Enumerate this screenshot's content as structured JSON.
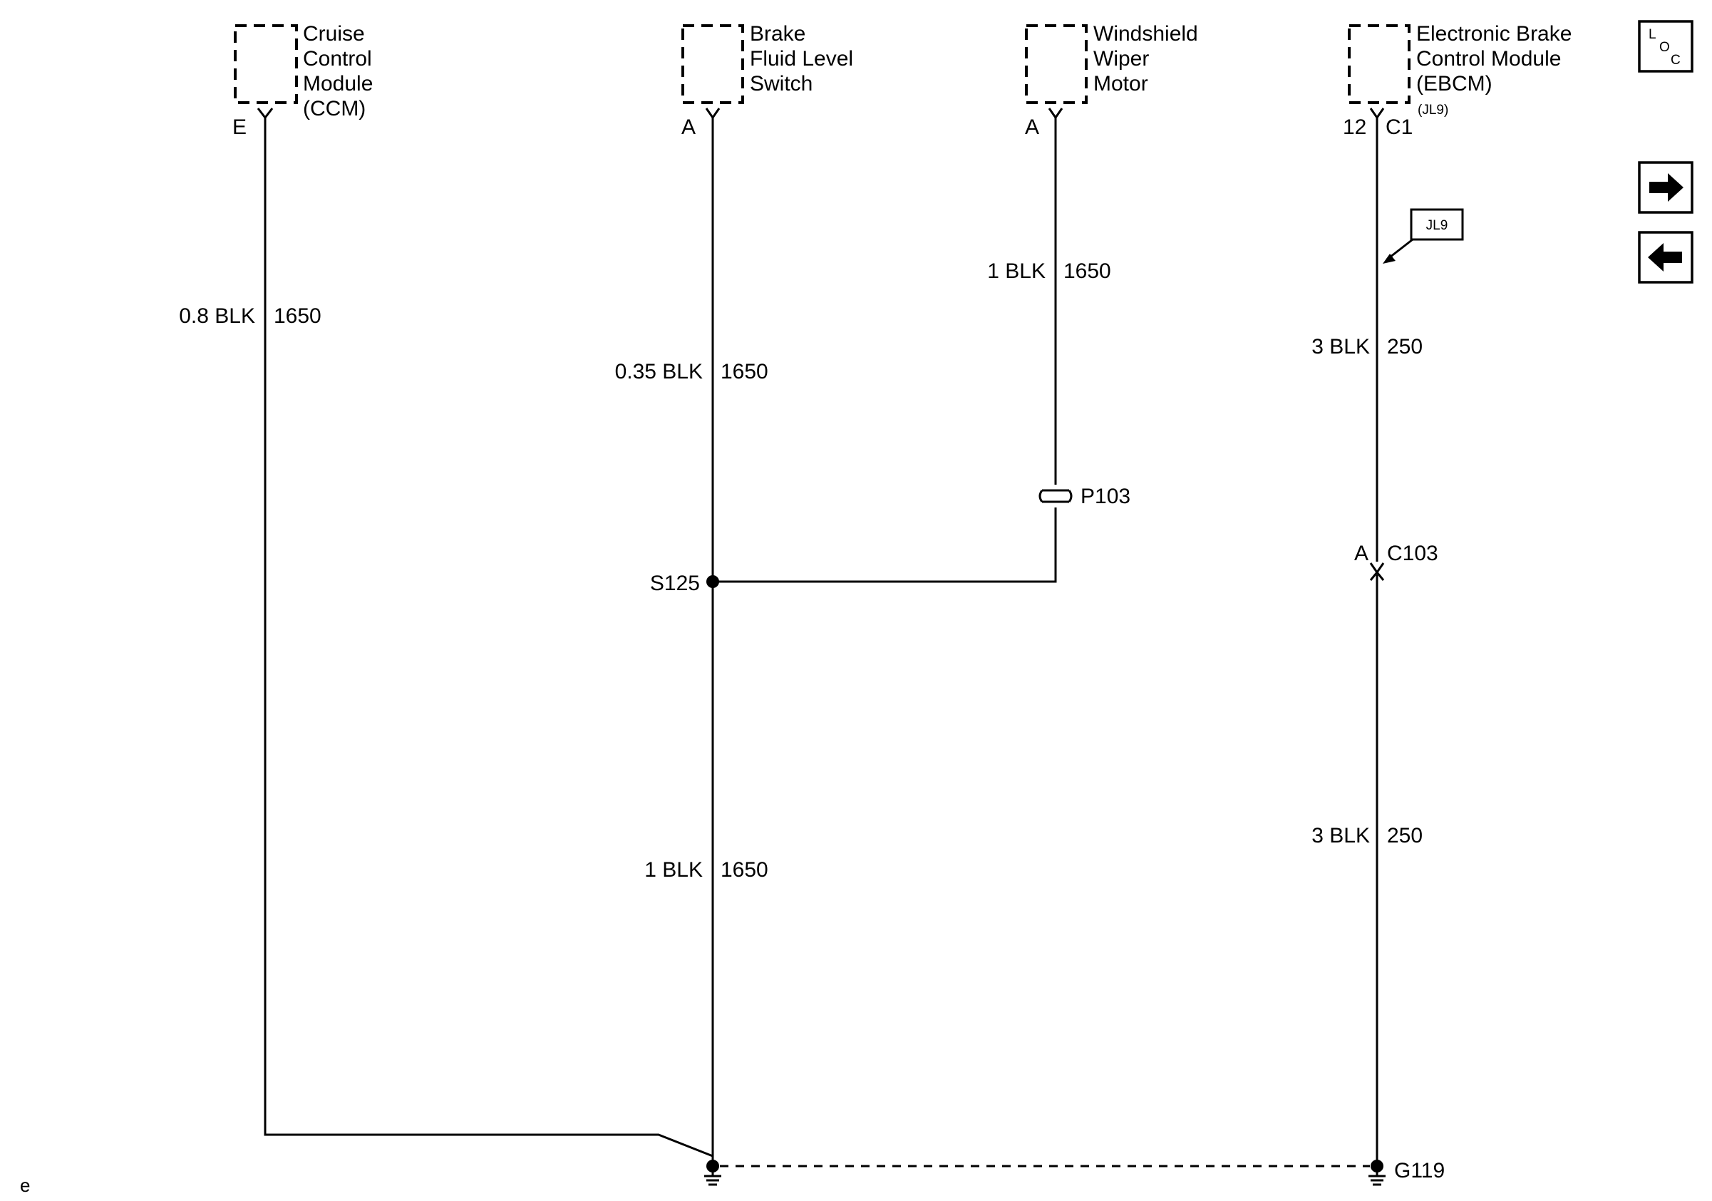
{
  "components": {
    "ccm": {
      "lines": [
        "Cruise",
        "Control",
        "Module",
        "(CCM)"
      ],
      "pin": "E"
    },
    "bfls": {
      "lines": [
        "Brake",
        "Fluid Level",
        "Switch"
      ],
      "pin": "A"
    },
    "wiper": {
      "lines": [
        "Windshield",
        "Wiper",
        "Motor"
      ],
      "pin": "A"
    },
    "ebcm": {
      "lines": [
        "Electronic Brake",
        "Control Module",
        "(EBCM)"
      ],
      "option": "(JL9)",
      "pin": "12",
      "connector": "C1"
    }
  },
  "wires": {
    "ccm": {
      "gauge_color": "0.8 BLK",
      "circuit": "1650"
    },
    "bfls_upper": {
      "gauge_color": "0.35 BLK",
      "circuit": "1650"
    },
    "bfls_lower": {
      "gauge_color": "1 BLK",
      "circuit": "1650"
    },
    "wiper": {
      "gauge_color": "1 BLK",
      "circuit": "1650"
    },
    "ebcm_upper": {
      "gauge_color": "3 BLK",
      "circuit": "250"
    },
    "ebcm_lower": {
      "gauge_color": "3 BLK",
      "circuit": "250"
    }
  },
  "splice": "S125",
  "pass_through": "P103",
  "inline_connector": {
    "pin": "A",
    "name": "C103"
  },
  "ground": "G119",
  "option_flag": "JL9",
  "nav": {
    "loc_top": "L",
    "loc_mid": "O",
    "loc_bot": "C"
  },
  "footer_mark": "e"
}
